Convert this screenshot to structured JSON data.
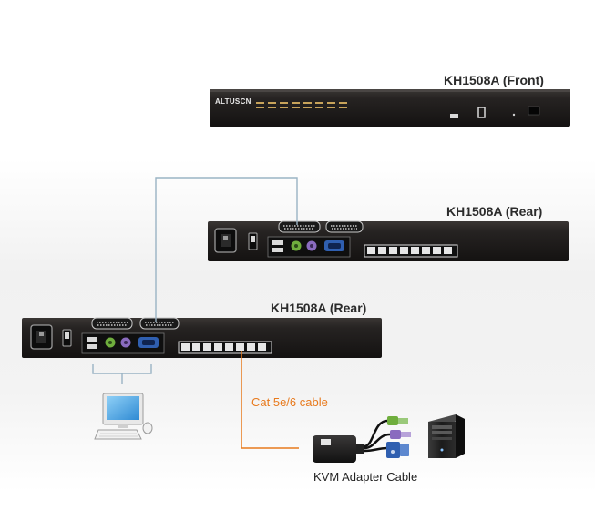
{
  "front_unit": {
    "label": "KH1508A (Front)",
    "brand": "ALTUSCN"
  },
  "rear_unit_top": {
    "label": "KH1508A (Rear)"
  },
  "rear_unit_bottom": {
    "label": "KH1508A (Rear)"
  },
  "cable": {
    "label": "Cat 5e/6 cable"
  },
  "adapter": {
    "label": "KVM Adapter Cable"
  },
  "colors": {
    "chassis": "#1f1c1b",
    "daisy_chain_cable": "#9ab3c4",
    "cat_cable": "#e87a1d",
    "console_bracket": "#9ab3c4",
    "ps2_keyboard": "#8a6bbf",
    "ps2_mouse": "#6fae3d",
    "vga": "#2f5fb0"
  }
}
